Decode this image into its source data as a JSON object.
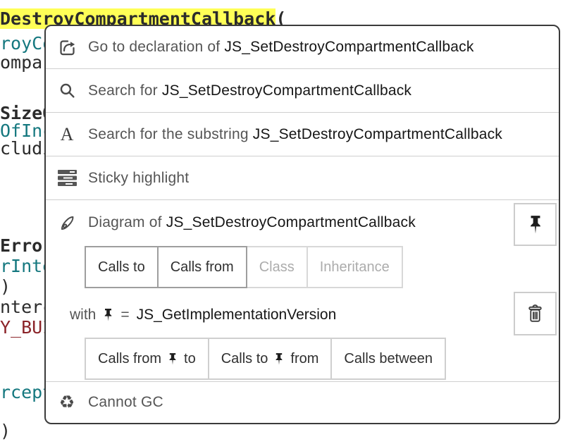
{
  "code": {
    "fragments": [
      {
        "text": "DestroyCompartmentCallback"
      },
      {
        "text": "("
      },
      {
        "text": "royCo"
      },
      {
        "text": "ompar"
      },
      {
        "text": "SizeO"
      },
      {
        "text": "OfInc"
      },
      {
        "text": "cludi"
      },
      {
        "text": "Error"
      },
      {
        "text": "rInte"
      },
      {
        "text": ")"
      },
      {
        "text": "nterc"
      },
      {
        "text": "Y_BUI"
      },
      {
        "text": "rcept"
      },
      {
        "text": ")"
      }
    ]
  },
  "menu": {
    "items": [
      {
        "prefix": "Go to declaration of ",
        "symbol": "JS_SetDestroyCompartmentCallback"
      },
      {
        "prefix": "Search for ",
        "symbol": "JS_SetDestroyCompartmentCallback"
      },
      {
        "prefix": "Search for the substring ",
        "symbol": "JS_SetDestroyCompartmentCallback"
      },
      {
        "label": "Sticky highlight"
      }
    ],
    "diagram": {
      "prefix": "Diagram of ",
      "symbol": "JS_SetDestroyCompartmentCallback",
      "tabs": [
        "Calls to",
        "Calls from",
        "Class",
        "Inheritance"
      ],
      "with_word": "with",
      "equals": "=",
      "pinned_symbol": "JS_GetImplementationVersion",
      "pin_buttons": [
        {
          "before": "Calls from",
          "after": "to"
        },
        {
          "before": "Calls to",
          "after": "from"
        },
        {
          "label": "Calls between"
        }
      ]
    },
    "cannot_gc": "Cannot GC",
    "recycle_glyph": "♻"
  },
  "colors": {
    "highlight_yellow": "#ffff57",
    "code_teal": "#15787f",
    "code_red": "#8b2328",
    "menu_border": "#3b3b3b"
  }
}
